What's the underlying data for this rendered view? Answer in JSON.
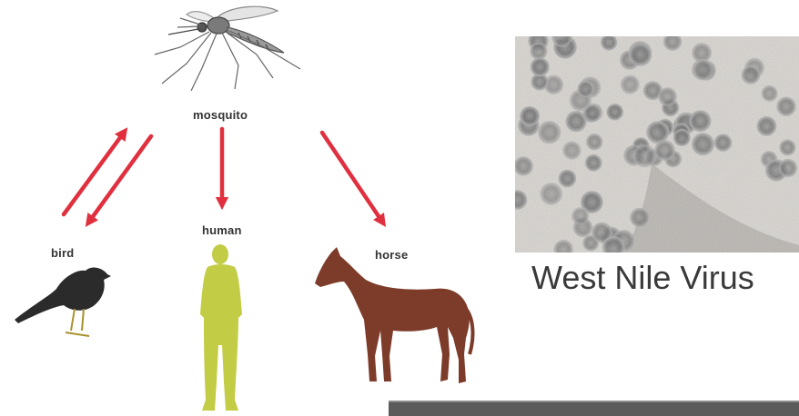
{
  "diagram": {
    "nodes": {
      "mosquito": "mosquito",
      "bird": "bird",
      "human": "human",
      "horse": "horse"
    },
    "caption": "West Nile Virus",
    "colors": {
      "arrow": "#e0303f",
      "bird": "#2b2b2b",
      "human": "#c3cc45",
      "horse": "#7d3b2a",
      "label": "#333333",
      "caption": "#3a3a3a"
    },
    "icons": [
      "mosquito-illustration",
      "bird-silhouette",
      "human-silhouette",
      "horse-silhouette",
      "virus-micrograph"
    ]
  }
}
